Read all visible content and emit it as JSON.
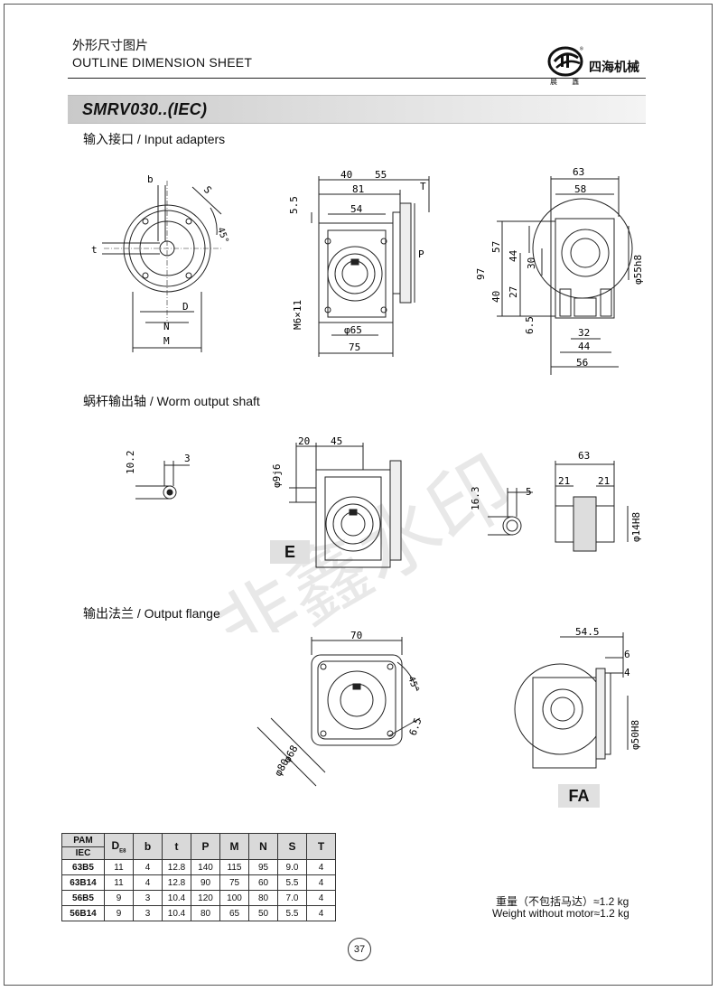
{
  "header": {
    "title_cn": "外形尺寸图片",
    "title_en": "OUTLINE DIMENSION SHEET",
    "brand_cn": "四海机械",
    "brand_small": "晨 鑫"
  },
  "model": "SMRV030..(IEC)",
  "sections": {
    "input": "输入接口 / Input adapters",
    "worm": "蜗杆输出轴 / Worm output shaft",
    "flange": "输出法兰 / Output flange"
  },
  "dims_input": {
    "b": "b",
    "S": "S",
    "angle45": "45°",
    "t": "t",
    "D": "D",
    "N": "N",
    "M": "M",
    "d40": "40",
    "d55": "55",
    "T": "T",
    "d81": "81",
    "d5_5": "5.5",
    "d54": "54",
    "P": "P",
    "m6x11": "M6×11",
    "phi65": "φ65",
    "d75": "75",
    "d63": "63",
    "d58": "58",
    "d97": "97",
    "d57": "57",
    "d44": "44",
    "d30": "30",
    "d27": "27",
    "d40b": "40",
    "phi55h8": "φ55h8",
    "d6_5": "6.5",
    "d32": "32",
    "d44b": "44",
    "d56": "56"
  },
  "dims_worm": {
    "d10_2": "10.2",
    "d3": "3",
    "phi9j6": "φ9j6",
    "d20": "20",
    "d45": "45",
    "label_e": "E",
    "d63": "63",
    "d21a": "21",
    "d21b": "21",
    "d16_3": "16.3",
    "d5": "5",
    "phi14h8": "φ14H8"
  },
  "dims_flange": {
    "d70": "70",
    "angle45": "45°",
    "d6_5": "6.5",
    "phi68": "φ68",
    "phi80": "φ80",
    "d54_5": "54.5",
    "d6": "6",
    "d4": "4",
    "phi50h8": "φ50H8",
    "label_fa": "FA"
  },
  "watermark": "非鑫水印",
  "table": {
    "header_top": "PAM",
    "header_bottom": "IEC",
    "columns": [
      "D",
      "b",
      "t",
      "P",
      "M",
      "N",
      "S",
      "T"
    ],
    "d_sub": "E8",
    "rows": [
      {
        "label": "63B5",
        "values": [
          "11",
          "4",
          "12.8",
          "140",
          "115",
          "95",
          "9.0",
          "4"
        ]
      },
      {
        "label": "63B14",
        "values": [
          "11",
          "4",
          "12.8",
          "90",
          "75",
          "60",
          "5.5",
          "4"
        ]
      },
      {
        "label": "56B5",
        "values": [
          "9",
          "3",
          "10.4",
          "120",
          "100",
          "80",
          "7.0",
          "4"
        ]
      },
      {
        "label": "56B14",
        "values": [
          "9",
          "3",
          "10.4",
          "80",
          "65",
          "50",
          "5.5",
          "4"
        ]
      }
    ]
  },
  "weight": {
    "cn": "重量（不包括马达）≈1.2 kg",
    "en": "Weight without motor≈1.2 kg"
  },
  "page_number": "37"
}
